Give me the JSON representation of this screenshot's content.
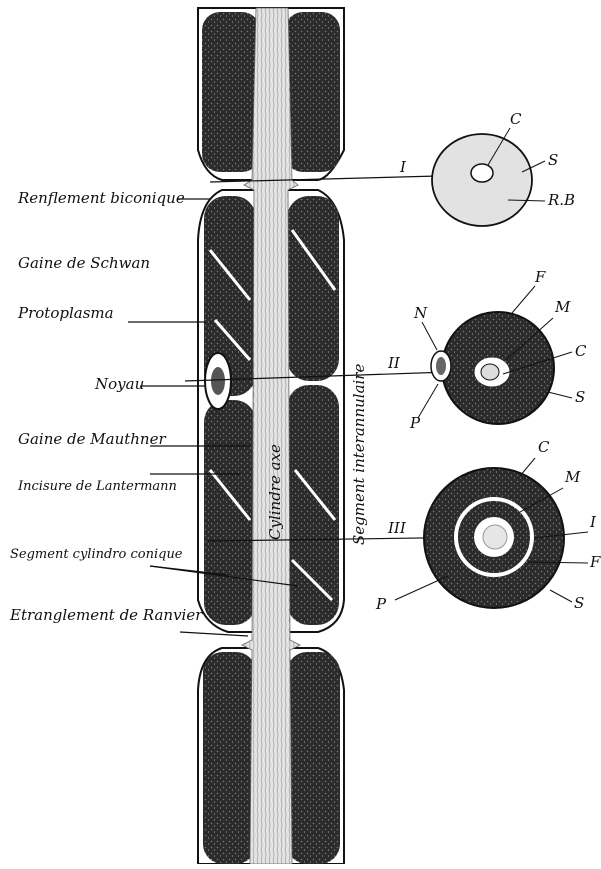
{
  "labels": {
    "renflement": "Renflement biconique",
    "gaine_schwan": "Gaine de Schwan",
    "protoplasma": "Protoplasma",
    "noyau": "Noyau",
    "gaine_mauthner": "Gaine de Mauthner",
    "incisure": "Incisure de Lantermann",
    "segment_cylindro": "Segment cylindro conique",
    "etranglement": "Etranglement de Ranvier",
    "cylindre_axe": "Cylindre axe",
    "segment_interannulaire": "Segment interannulaire"
  },
  "sections": {
    "I": {
      "numeral": "I",
      "letters": {
        "C": "C",
        "S": "S",
        "RB": "R.B"
      }
    },
    "II": {
      "numeral": "II",
      "letters": {
        "N": "N",
        "F": "F",
        "M": "M",
        "C": "C",
        "S": "S",
        "P": "P"
      }
    },
    "III": {
      "numeral": "III",
      "letters": {
        "C": "C",
        "M": "M",
        "I": "I",
        "F": "F",
        "P": "P",
        "S": "S"
      }
    }
  },
  "colors": {
    "ink": "#111111",
    "paper": "#ffffff",
    "myelin": "#2a2a2a",
    "axon": "#d8d8d8"
  }
}
